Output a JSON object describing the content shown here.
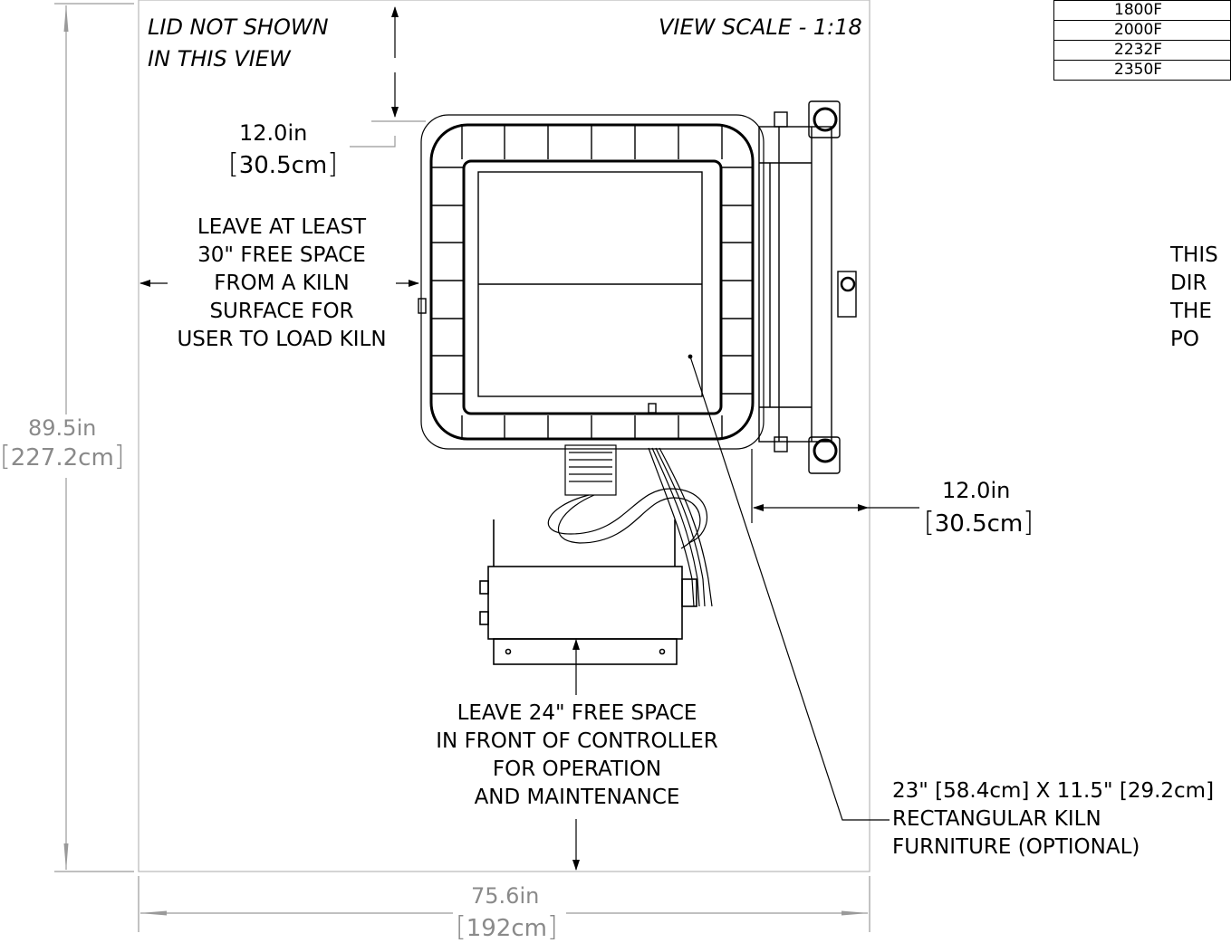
{
  "notes": {
    "lid_line1": "LID NOT SHOWN",
    "lid_line2": "IN THIS VIEW",
    "view_scale": "VIEW SCALE - 1:18"
  },
  "temperature_table": [
    "1800F",
    "2000F",
    "2232F",
    "2350F"
  ],
  "dimensions": {
    "top_clearance_in": "12.0in",
    "top_clearance_cm": "30.5cm",
    "side_clearance_in": "12.0in",
    "side_clearance_cm": "30.5cm",
    "height_in": "89.5in",
    "height_cm": "227.2cm",
    "width_in": "75.6in",
    "width_cm": "192cm"
  },
  "callouts": {
    "load_space": [
      "LEAVE AT LEAST",
      "30\" FREE SPACE",
      "FROM A KILN",
      "SURFACE FOR",
      "USER TO LOAD KILN"
    ],
    "front_space": [
      "LEAVE 24\" FREE SPACE",
      "IN FRONT OF CONTROLLER",
      "FOR OPERATION",
      "AND MAINTENANCE"
    ],
    "furniture": [
      "23\" [58.4cm] X 11.5\" [29.2cm]",
      "RECTANGULAR KILN",
      "FURNITURE (OPTIONAL)"
    ],
    "cut_note": [
      "THIS",
      "DIR",
      "THE",
      "PO"
    ]
  }
}
